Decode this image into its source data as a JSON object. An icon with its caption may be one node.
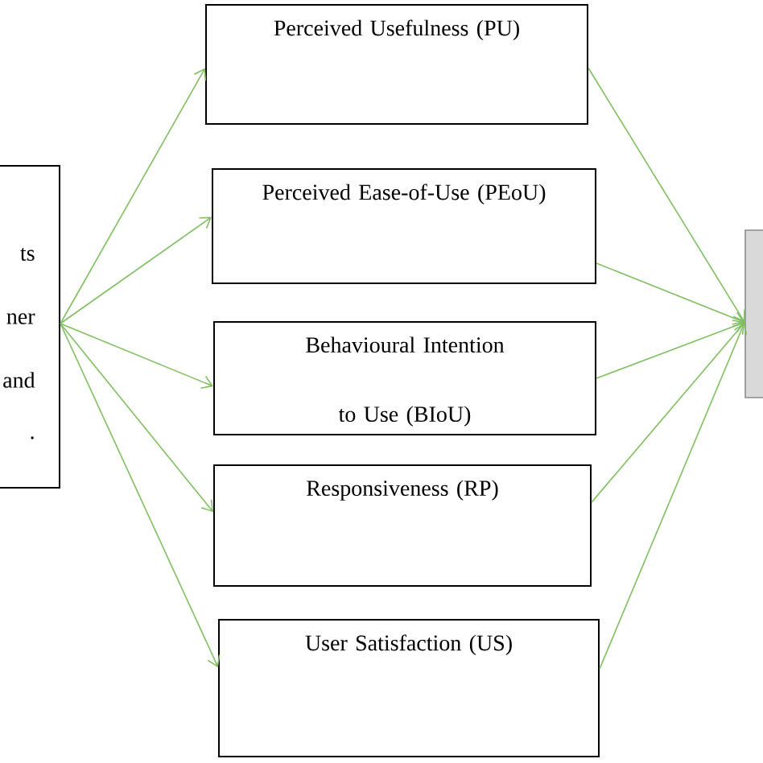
{
  "diagram": {
    "nodes": [
      {
        "text": [
          "ts",
          "ner",
          "and",
          "."
        ]
      },
      {
        "text": [
          "Perceived Usefulness (PU)"
        ]
      },
      {
        "text": [
          "Perceived Ease-of-Use (PEoU)"
        ]
      },
      {
        "text": [
          "Behavioural Intention to Use (BIoU)"
        ]
      },
      {
        "text": [
          "Responsiveness (RP)"
        ]
      },
      {
        "text": [
          "User Satisfaction (US)"
        ]
      },
      {
        "text": [],
        "shape": "box"
      }
    ],
    "edges": [
      {
        "from": 0,
        "to": 1,
        "arrow": "to"
      },
      {
        "from": 0,
        "to": 2,
        "arrow": "to"
      },
      {
        "from": 0,
        "to": 3,
        "arrow": "to"
      },
      {
        "from": 0,
        "to": 4,
        "arrow": "to"
      },
      {
        "from": 0,
        "to": 5,
        "arrow": "to"
      },
      {
        "from": 1,
        "to": 6,
        "arrow": "to"
      },
      {
        "from": 2,
        "to": 6,
        "arrow": "to"
      },
      {
        "from": 3,
        "to": 6,
        "arrow": "to"
      },
      {
        "from": 4,
        "to": 6,
        "arrow": "to"
      },
      {
        "from": 5,
        "to": 6,
        "arrow": "to"
      }
    ]
  }
}
